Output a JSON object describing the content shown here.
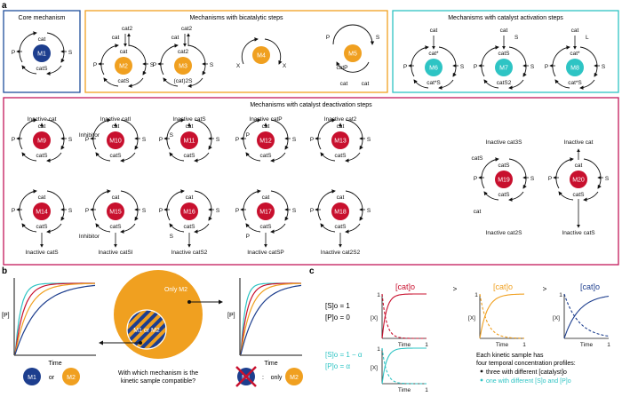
{
  "panel_labels": {
    "a": "a",
    "b": "b",
    "c": "c"
  },
  "boxes": {
    "core": "Core mechanism",
    "bicatalytic": "Mechanisms with bicatalytic steps",
    "activation": "Mechanisms with catalyst activation steps",
    "deactivation": "Mechanisms with catalyst deactivation steps"
  },
  "colors": {
    "navy": "#1d3e8e",
    "orange": "#f0a020",
    "teal": "#2ec4c4",
    "crimson": "#c8102e",
    "box_blue": "#1f4e9c",
    "box_orange": "#f0a020",
    "box_teal": "#2ec4c4",
    "box_pink": "#c2185b"
  },
  "mechanisms": {
    "M1": {
      "label": "M1",
      "top": "cat",
      "bottom": "catS",
      "left": "P",
      "right": "S"
    },
    "M2": {
      "label": "M2",
      "top": "cat",
      "bottom": "catS",
      "left": "P",
      "right": "S",
      "extra_top": "cat2",
      "extra_cat": "cat"
    },
    "M3": {
      "label": "M3",
      "top": "cat2",
      "bottom": "(cat)2S",
      "left": "P",
      "right": "S",
      "extra_top": "cat2",
      "extra_cat": "cat"
    },
    "M4": {
      "label": "M4",
      "left": "X",
      "right": "X"
    },
    "M5": {
      "label": "M5",
      "top": "catP",
      "p": "P",
      "s": "S",
      "cat1": "cat",
      "cat2": "cat"
    },
    "M6": {
      "label": "M6",
      "top": "cat*",
      "bottom": "cat*S",
      "above": "cat"
    },
    "M7": {
      "label": "M7",
      "top": "catS",
      "bottom": "catS2",
      "above": "cat",
      "side": "S"
    },
    "M8": {
      "label": "M8",
      "top": "cat*",
      "bottom": "cat*S",
      "above": "cat",
      "side": "L"
    }
  },
  "deactivation": [
    {
      "label": "M9",
      "inactive": "Inactive cat",
      "pos": "top"
    },
    {
      "label": "M10",
      "inactive": "Inactive catI",
      "pos": "top",
      "reagent": "Inhibitor"
    },
    {
      "label": "M11",
      "inactive": "Inactive catS",
      "pos": "top",
      "reagent": "S"
    },
    {
      "label": "M12",
      "inactive": "Inactive catP",
      "pos": "top",
      "reagent": "P"
    },
    {
      "label": "M13",
      "inactive": "Inactive cat2",
      "pos": "top"
    },
    {
      "label": "M14",
      "inactive": "Inactive catS",
      "pos": "bottom"
    },
    {
      "label": "M15",
      "inactive": "Inactive catSI",
      "pos": "bottom",
      "reagent": "Inhibitor"
    },
    {
      "label": "M16",
      "inactive": "Inactive catS2",
      "pos": "bottom",
      "reagent": "S"
    },
    {
      "label": "M17",
      "inactive": "Inactive catSP",
      "pos": "bottom",
      "reagent": "P"
    },
    {
      "label": "M18",
      "inactive": "Inactive cat2S2",
      "pos": "bottom"
    },
    {
      "label": "M19",
      "inactive": "Inactive cat3S",
      "inactive2": "Inactive cat2S",
      "pos": "both",
      "reagent": "catS",
      "reagent2": "cat"
    },
    {
      "label": "M20",
      "inactive": "Inactive cat",
      "inactive2": "Inactive catS",
      "pos": "both"
    }
  ],
  "cycle_text": {
    "cat": "cat",
    "catS": "catS",
    "P": "P",
    "S": "S"
  },
  "panel_b": {
    "yaxis": "[P]",
    "xaxis": "Time",
    "only_m2": "Only M2",
    "m1_or_m2": "M1 or M2",
    "question_line1": "With which mechanism is the",
    "question_line2": "kinetic sample compatible?",
    "m1": "M1",
    "or": "or",
    "m2": "M2",
    "colon": ":",
    "only": "only"
  },
  "panel_c": {
    "cat_label": "[cat]o",
    "gt": ">",
    "initial1_line1": "[S]o = 1",
    "initial1_line2": "[P]o = 0",
    "initial2_line1": "[S]o = 1 − α",
    "initial2_line2": "[P]o = α",
    "yaxis": "[X]",
    "xaxis": "Time",
    "one": "1",
    "note_line1": "Each kinetic sample has",
    "note_line2": "four temporal concentration profiles:",
    "note_line3": "three with different [catalyst]o",
    "note_line4": "one with different [S]o and [P]o"
  }
}
